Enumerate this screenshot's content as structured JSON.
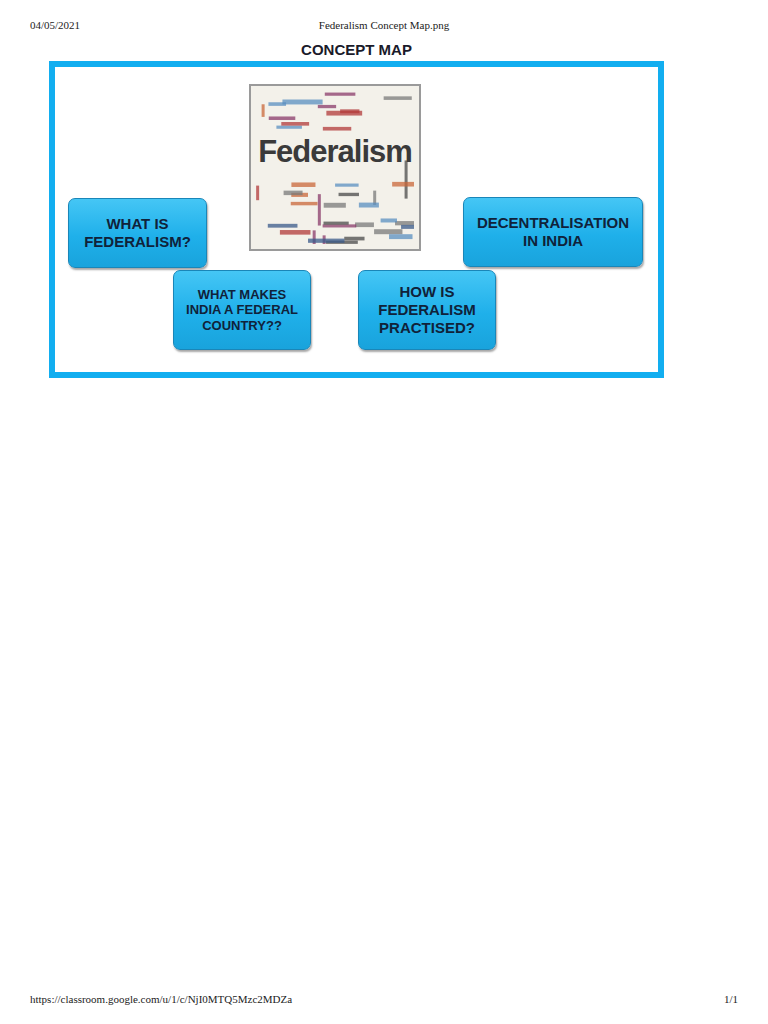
{
  "diagram": {
    "title": "CONCEPT MAP",
    "nodes": [
      {
        "text": [
          "WHAT IS FEDERALISM?"
        ]
      },
      {
        "text": [
          "DECENTRALISATION IN INDIA"
        ]
      },
      {
        "text": [
          "WHAT MAKES INDIA A FEDERAL COUNTRY??"
        ]
      },
      {
        "text": [
          "HOW IS FEDERALISM PRACTISED?"
        ]
      }
    ],
    "labels": [
      "04/05/2021",
      "Federalism Concept Map.png",
      "Federalism",
      "https://classroom.google.com/u/1/c/NjI0MTQ5Mzc2MDZa",
      "1/1"
    ]
  }
}
